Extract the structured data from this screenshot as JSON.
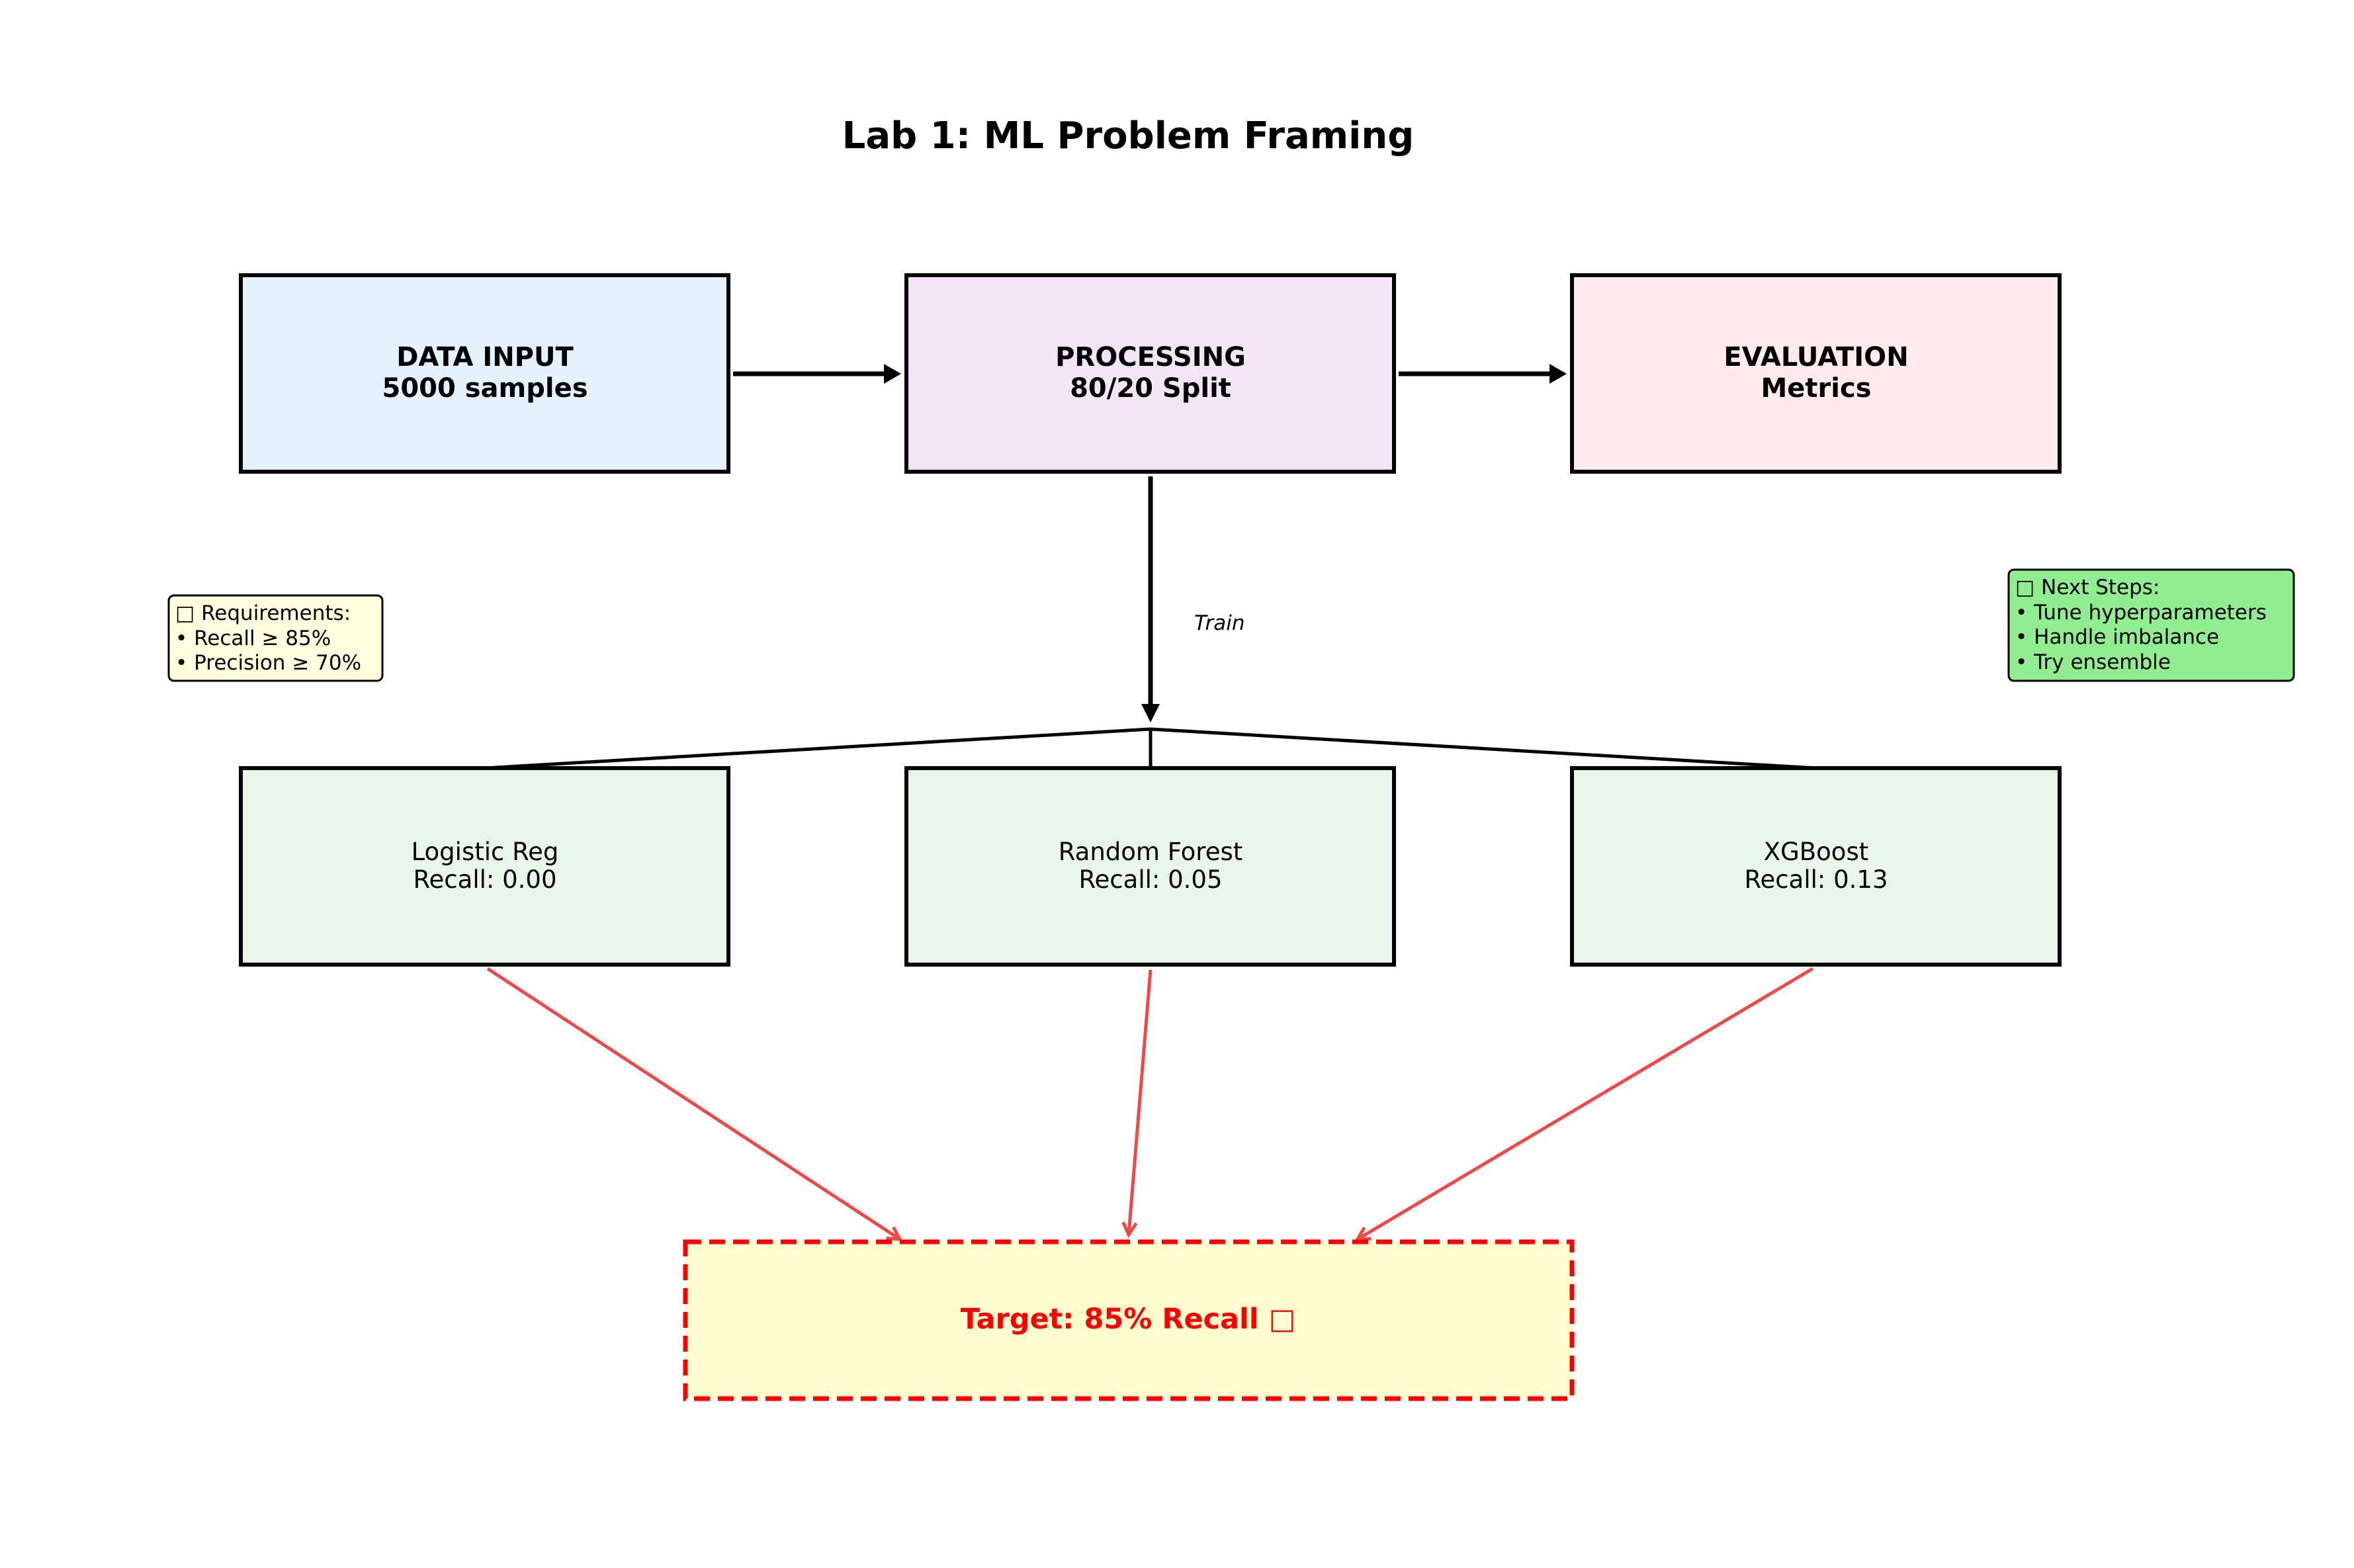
{
  "title": "Lab 1: ML Problem Framing",
  "pipeline": {
    "data_input": {
      "line1": "DATA INPUT",
      "line2": "5000 samples",
      "fill": "#E3F2FD"
    },
    "processing": {
      "line1": "PROCESSING",
      "line2": "80/20 Split",
      "fill": "#F3E5F5"
    },
    "evaluation": {
      "line1": "EVALUATION",
      "line2": "Metrics",
      "fill": "#FFEBEE"
    }
  },
  "train_label": "Train",
  "models": [
    {
      "name": "Logistic Reg",
      "recall": "Recall: 0.00"
    },
    {
      "name": "Random Forest",
      "recall": "Recall: 0.05"
    },
    {
      "name": "XGBoost",
      "recall": "Recall: 0.13"
    }
  ],
  "model_fill": "#E8F5E9",
  "target": {
    "text": "Target: 85% Recall □",
    "fill": "#FFFDD0",
    "border_color": "#FF0000",
    "text_color": "#FF0000"
  },
  "requirements_note": {
    "icon": "missing-glyph-icon",
    "lines": [
      "□ Requirements:",
      "• Recall ≥ 85%",
      "• Precision ≥ 70%"
    ],
    "fill": "#FFFFE0"
  },
  "next_steps_note": {
    "icon": "missing-glyph-icon",
    "lines": [
      "□ Next Steps:",
      "• Tune hyperparameters",
      "• Handle imbalance",
      "• Try ensemble"
    ],
    "fill": "#90EE90"
  },
  "colors": {
    "arrow_main": "#000000",
    "arrow_result": "#F04848"
  }
}
